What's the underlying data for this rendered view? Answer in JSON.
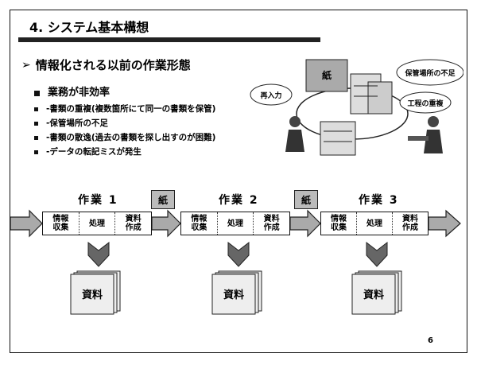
{
  "title": "4. システム基本構想",
  "subtitle": "情報化される以前の作業形態",
  "bullets": {
    "main": "業務が非効率",
    "subs": [
      "-書類の重複(複数箇所にて同一の書類を保管)",
      "-保管場所の不足",
      "-書類の散逸(過去の書類を探し出すのが困難)",
      "-データの転記ミスが発生"
    ]
  },
  "illustration": {
    "paper": "紙",
    "reinput": "再入力",
    "storage": "保管場所の不足",
    "overlap": "工程の重複"
  },
  "process": {
    "works": [
      {
        "label": "作業 1",
        "steps": [
          "情報\n収集",
          "処理",
          "資料\n作成"
        ],
        "output": "資料"
      },
      {
        "label": "作業 2",
        "steps": [
          "情報\n収集",
          "処理",
          "資料\n作成"
        ],
        "output": "資料"
      },
      {
        "label": "作業 3",
        "steps": [
          "情報\n収集",
          "処理",
          "資料\n作成"
        ],
        "output": "資料"
      }
    ],
    "paper_tags": [
      "紙",
      "紙"
    ]
  },
  "page_number": "6",
  "colors": {
    "frame": "#111111",
    "arrow_fill": "#aaaaaa",
    "doc_fill": "#eeeeee"
  }
}
